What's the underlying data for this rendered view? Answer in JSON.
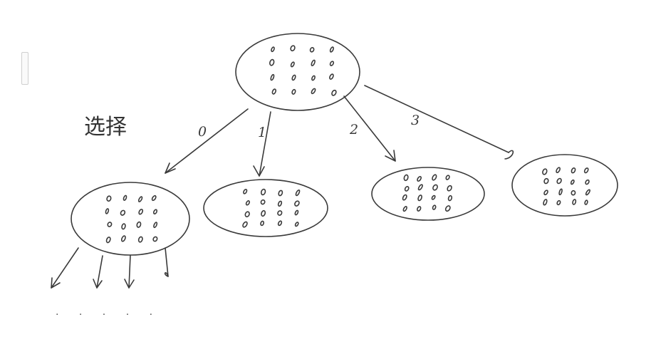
{
  "diagram": {
    "title": "选择",
    "edge_labels": [
      "0",
      "1",
      "2",
      "3"
    ],
    "continuation_marker": "· · · · ·"
  }
}
